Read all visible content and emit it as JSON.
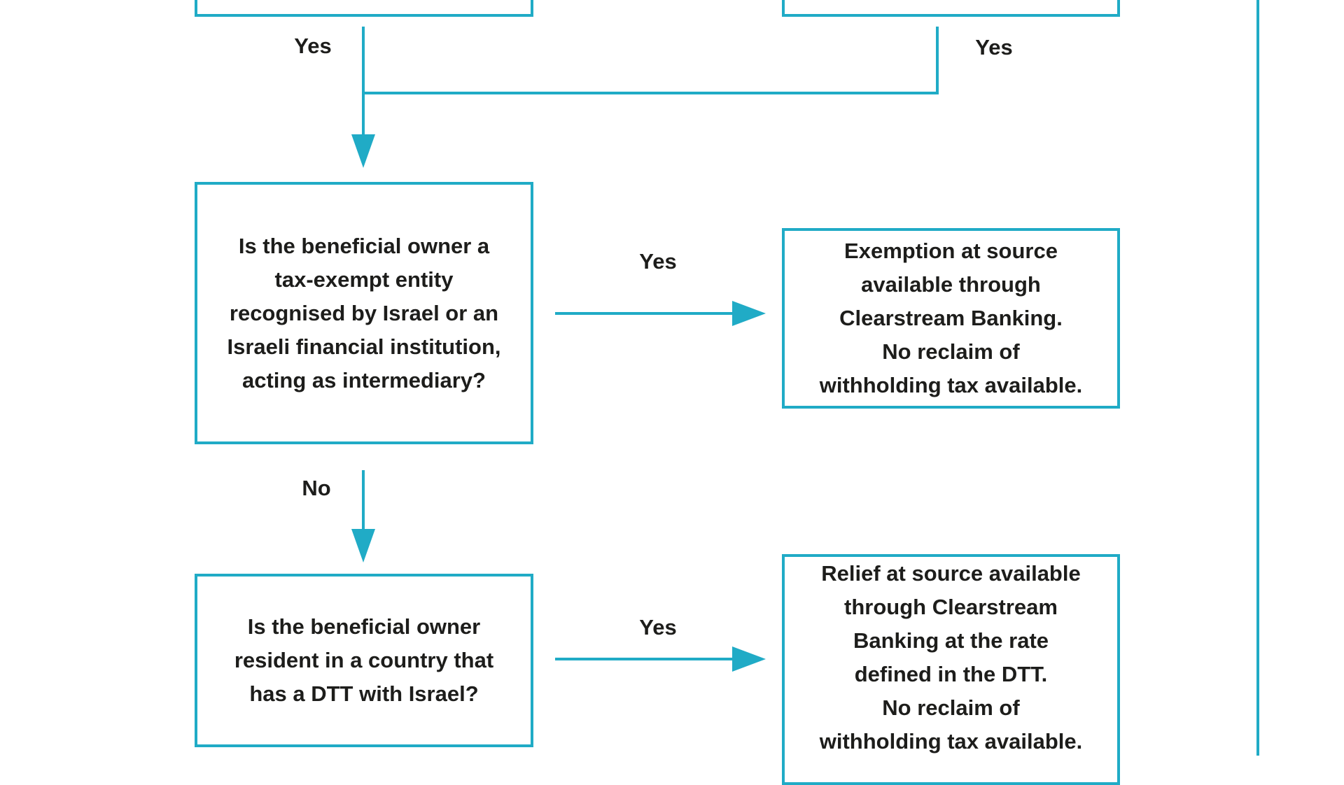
{
  "flowchart": {
    "colors": {
      "accent": "#20abc6",
      "text": "#1d1d1b",
      "background": "#ffffff"
    },
    "edge_labels": {
      "top_left_yes": "Yes",
      "top_right_yes": "Yes",
      "q1_yes": "Yes",
      "q1_no": "No",
      "q2_yes": "Yes"
    },
    "nodes": {
      "question_tax_exempt": {
        "lines": [
          "Is the beneficial owner a",
          "tax-exempt entity",
          "recognised by Israel or an",
          "Israeli financial institution,",
          "acting as intermediary?"
        ]
      },
      "result_exemption": {
        "lines": [
          "Exemption at source",
          "available through",
          "Clearstream Banking.",
          "No reclaim of",
          "withholding tax available."
        ]
      },
      "question_dtt": {
        "lines": [
          "Is the beneficial owner",
          "resident in a country that",
          "has a DTT with Israel?"
        ]
      },
      "result_relief": {
        "lines": [
          "Relief at source available",
          "through Clearstream",
          "Banking at the rate",
          "defined in the DTT.",
          "No reclaim of",
          "withholding tax available."
        ]
      }
    }
  }
}
